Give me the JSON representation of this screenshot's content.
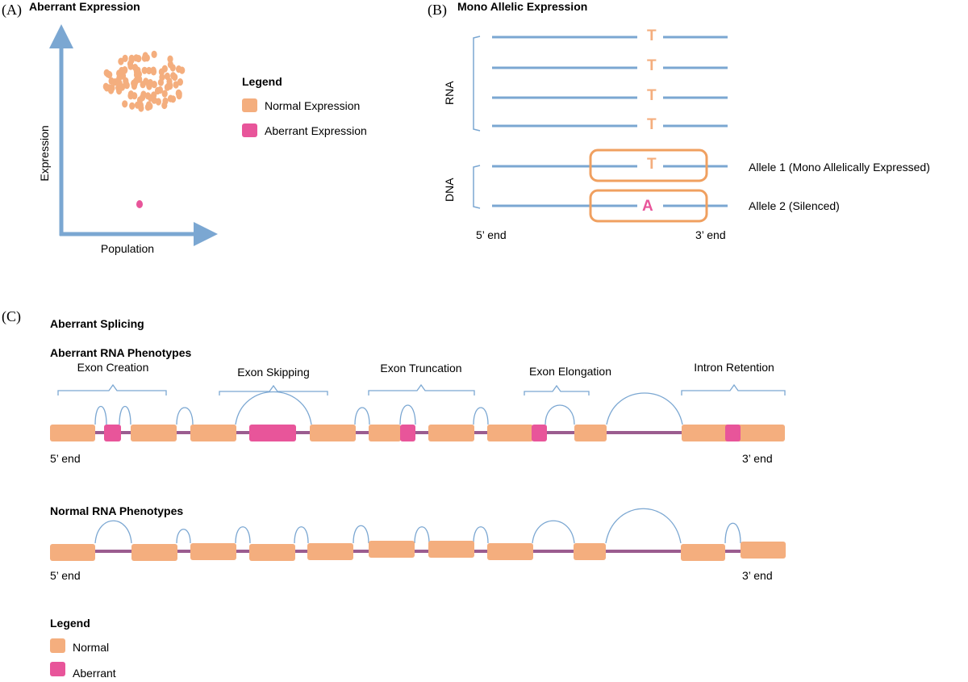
{
  "panel_a": {
    "panel_label": "(A)",
    "title": "Aberrant Expression",
    "y_axis_label": "Expression",
    "x_axis_label": "Population",
    "legend_title": "Legend",
    "legend_items": [
      "Normal Expression",
      "Aberrant Expression"
    ]
  },
  "panel_b": {
    "panel_label": "(B)",
    "title": "Mono Allelic Expression",
    "rna_label": "RNA",
    "dna_label": "DNA",
    "rna_bases": [
      "T",
      "T",
      "T",
      "T"
    ],
    "allele1_base": "T",
    "allele2_base": "A",
    "allele1_label": "Allele 1 (Mono Allelically Expressed)",
    "allele2_label": "Allele 2 (Silenced)",
    "five_prime": "5’ end",
    "three_prime": "3’ end"
  },
  "panel_c": {
    "panel_label": "(C)",
    "title": "Aberrant Splicing",
    "aberrant_heading": "Aberrant RNA Phenotypes",
    "phenotypes": [
      "Exon Creation",
      "Exon Skipping",
      "Exon Truncation",
      "Exon Elongation",
      "Intron Retention"
    ],
    "five_prime_top": "5’ end",
    "three_prime_top": "3’ end",
    "normal_heading": "Normal RNA Phenotypes",
    "five_prime_bottom": "5’ end",
    "three_prime_bottom": "3’ end",
    "legend_title": "Legend",
    "legend_items": [
      "Normal",
      "Aberrant"
    ]
  },
  "colors": {
    "normal": "#F4AE7E",
    "aberrant": "#E8559A",
    "line": "#7BA7D2",
    "intron": "#9B5C8F",
    "allele_box": "#F0A060",
    "text": "#111111"
  }
}
